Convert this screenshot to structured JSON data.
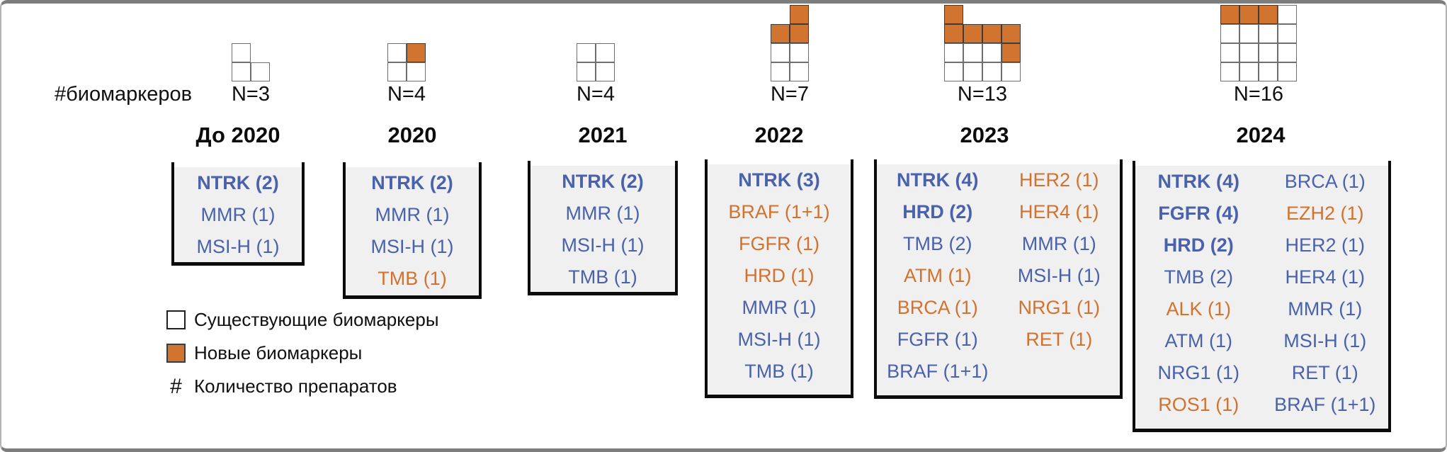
{
  "figure": {
    "axis_label": "#биомаркеров",
    "colors": {
      "existing_text": "#4a62ab",
      "new_text": "#d2722e",
      "new_cell": "#d0742f",
      "existing_cell": "#ffffff",
      "box_fill": "#f0f0f0"
    },
    "legend": [
      {
        "swatch": "existing-cell",
        "label": "Существующие биомаркеры"
      },
      {
        "swatch": "new-cell",
        "label": "Новые биомаркеры"
      },
      {
        "symbol": "#",
        "label": "Количество препаратов"
      }
    ],
    "waffle_key": {
      "0": "empty",
      "1": "existing biomarker",
      "2": "new biomarker"
    },
    "columns": [
      {
        "year": "До 2020",
        "n_label": "N=3",
        "n": 3,
        "waffle": [
          [
            1,
            0
          ],
          [
            1,
            1
          ]
        ],
        "lists": [
          [
            {
              "text": "NTRK (2)",
              "new": false,
              "bold": true
            },
            {
              "text": "MMR (1)",
              "new": false,
              "bold": false
            },
            {
              "text": "MSI-H (1)",
              "new": false,
              "bold": false
            }
          ]
        ]
      },
      {
        "year": "2020",
        "n_label": "N=4",
        "n": 4,
        "waffle": [
          [
            1,
            2
          ],
          [
            1,
            1
          ]
        ],
        "lists": [
          [
            {
              "text": "NTRK (2)",
              "new": false,
              "bold": true
            },
            {
              "text": "MMR (1)",
              "new": false,
              "bold": false
            },
            {
              "text": "MSI-H (1)",
              "new": false,
              "bold": false
            },
            {
              "text": "TMB (1)",
              "new": true,
              "bold": false
            }
          ]
        ]
      },
      {
        "year": "2021",
        "n_label": "N=4",
        "n": 4,
        "waffle": [
          [
            1,
            1
          ],
          [
            1,
            1
          ]
        ],
        "lists": [
          [
            {
              "text": "NTRK (2)",
              "new": false,
              "bold": true
            },
            {
              "text": "MMR (1)",
              "new": false,
              "bold": false
            },
            {
              "text": "MSI-H (1)",
              "new": false,
              "bold": false
            },
            {
              "text": "TMB (1)",
              "new": false,
              "bold": false
            }
          ]
        ]
      },
      {
        "year": "2022",
        "n_label": "N=7",
        "n": 7,
        "waffle": [
          [
            0,
            2
          ],
          [
            2,
            2
          ],
          [
            1,
            1
          ],
          [
            1,
            1
          ]
        ],
        "lists": [
          [
            {
              "text": "NTRK (3)",
              "new": false,
              "bold": true
            },
            {
              "text": "BRAF (1+1)",
              "new": true,
              "bold": false
            },
            {
              "text": "FGFR (1)",
              "new": true,
              "bold": false
            },
            {
              "text": "HRD (1)",
              "new": true,
              "bold": false
            },
            {
              "text": "MMR (1)",
              "new": false,
              "bold": false
            },
            {
              "text": "MSI-H (1)",
              "new": false,
              "bold": false
            },
            {
              "text": "TMB (1)",
              "new": false,
              "bold": false
            }
          ]
        ]
      },
      {
        "year": "2023",
        "n_label": "N=13",
        "n": 13,
        "waffle": [
          [
            2,
            0,
            0,
            0
          ],
          [
            2,
            2,
            2,
            2
          ],
          [
            1,
            1,
            1,
            2
          ],
          [
            1,
            1,
            1,
            1
          ]
        ],
        "lists": [
          [
            {
              "text": "NTRK (4)",
              "new": false,
              "bold": true
            },
            {
              "text": "HRD (2)",
              "new": false,
              "bold": true
            },
            {
              "text": "TMB (2)",
              "new": false,
              "bold": false
            },
            {
              "text": "ATM (1)",
              "new": true,
              "bold": false
            },
            {
              "text": "BRCA (1)",
              "new": true,
              "bold": false
            },
            {
              "text": "FGFR (1)",
              "new": false,
              "bold": false
            },
            {
              "text": "BRAF (1+1)",
              "new": false,
              "bold": false
            }
          ],
          [
            {
              "text": "HER2 (1)",
              "new": true,
              "bold": false
            },
            {
              "text": "HER4 (1)",
              "new": true,
              "bold": false
            },
            {
              "text": "MMR (1)",
              "new": false,
              "bold": false
            },
            {
              "text": "MSI-H (1)",
              "new": false,
              "bold": false
            },
            {
              "text": "NRG1 (1)",
              "new": true,
              "bold": false
            },
            {
              "text": "RET (1)",
              "new": true,
              "bold": false
            }
          ]
        ]
      },
      {
        "year": "2024",
        "n_label": "N=16",
        "n": 16,
        "waffle": [
          [
            2,
            2,
            2,
            1
          ],
          [
            1,
            1,
            1,
            1
          ],
          [
            1,
            1,
            1,
            1
          ],
          [
            1,
            1,
            1,
            1
          ]
        ],
        "lists": [
          [
            {
              "text": "NTRK (4)",
              "new": false,
              "bold": true
            },
            {
              "text": "FGFR (4)",
              "new": false,
              "bold": true
            },
            {
              "text": "HRD (2)",
              "new": false,
              "bold": true
            },
            {
              "text": "TMB (2)",
              "new": false,
              "bold": false
            },
            {
              "text": "ALK (1)",
              "new": true,
              "bold": false
            },
            {
              "text": "ATM (1)",
              "new": false,
              "bold": false
            },
            {
              "text": "NRG1 (1)",
              "new": false,
              "bold": false
            },
            {
              "text": "ROS1 (1)",
              "new": true,
              "bold": false
            }
          ],
          [
            {
              "text": "BRCA (1)",
              "new": false,
              "bold": false
            },
            {
              "text": "EZH2 (1)",
              "new": true,
              "bold": false
            },
            {
              "text": "HER2 (1)",
              "new": false,
              "bold": false
            },
            {
              "text": "HER4 (1)",
              "new": false,
              "bold": false
            },
            {
              "text": "MMR (1)",
              "new": false,
              "bold": false
            },
            {
              "text": "MSI-H (1)",
              "new": false,
              "bold": false
            },
            {
              "text": "RET (1)",
              "new": false,
              "bold": false
            },
            {
              "text": "BRAF (1+1)",
              "new": false,
              "bold": false
            }
          ]
        ]
      }
    ]
  },
  "chart_data": {
    "type": "bar",
    "variant": "waffle",
    "title": "",
    "xlabel": "",
    "ylabel": "#биомаркеров",
    "categories": [
      "До 2020",
      "2020",
      "2021",
      "2022",
      "2023",
      "2024"
    ],
    "series": [
      {
        "name": "Существующие биомаркеры",
        "values": [
          3,
          3,
          4,
          4,
          7,
          13
        ]
      },
      {
        "name": "Новые биомаркеры",
        "values": [
          0,
          1,
          0,
          3,
          6,
          3
        ]
      }
    ],
    "totals": [
      3,
      4,
      4,
      7,
      13,
      16
    ],
    "total_labels": [
      "N=3",
      "N=4",
      "N=4",
      "N=7",
      "N=13",
      "N=16"
    ],
    "legend_position": "bottom-left"
  }
}
